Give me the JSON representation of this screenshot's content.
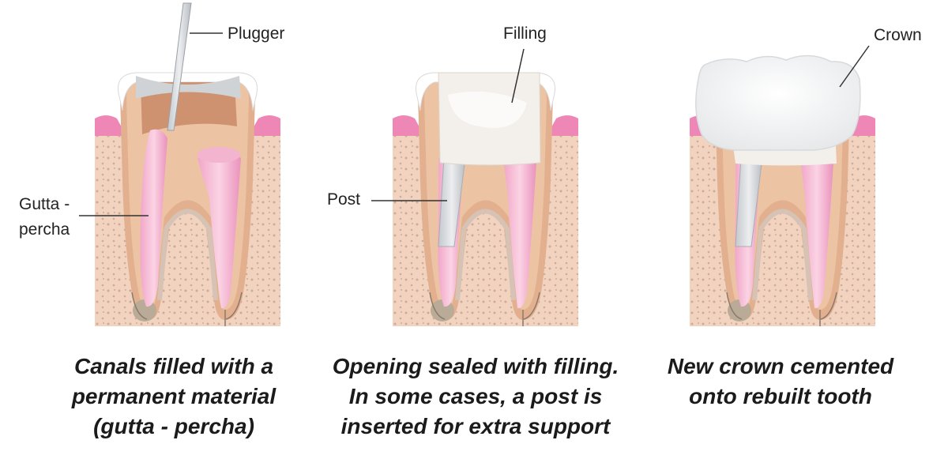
{
  "panels": [
    {
      "labels": {
        "plugger": "Plugger",
        "gutta_line1": "Gutta -",
        "gutta_line2": "percha"
      },
      "caption": [
        "Canals filled with a",
        "permanent material",
        "(gutta - percha)"
      ]
    },
    {
      "labels": {
        "filling": "Filling",
        "post": "Post"
      },
      "caption": [
        "Opening sealed with filling.",
        "In some cases, a post is",
        "inserted for extra support"
      ]
    },
    {
      "labels": {
        "crown": "Crown"
      },
      "caption": [
        "New crown cemented",
        "onto rebuilt tooth"
      ]
    }
  ],
  "colors": {
    "bone": "#f2d3c0",
    "bone_pore": "#b08a72",
    "gum": "#ee86b6",
    "enamel": "#ffffff",
    "dentin": "#ecc3a3",
    "pulp_chamber": "#c98a68",
    "canal_pink": "#ef9fc3",
    "gutta_pink": "#f3b4cf",
    "grey_material": "#d0d3d6",
    "apex_grey": "#b9ab98",
    "crown_white": "#f7f8f8"
  }
}
